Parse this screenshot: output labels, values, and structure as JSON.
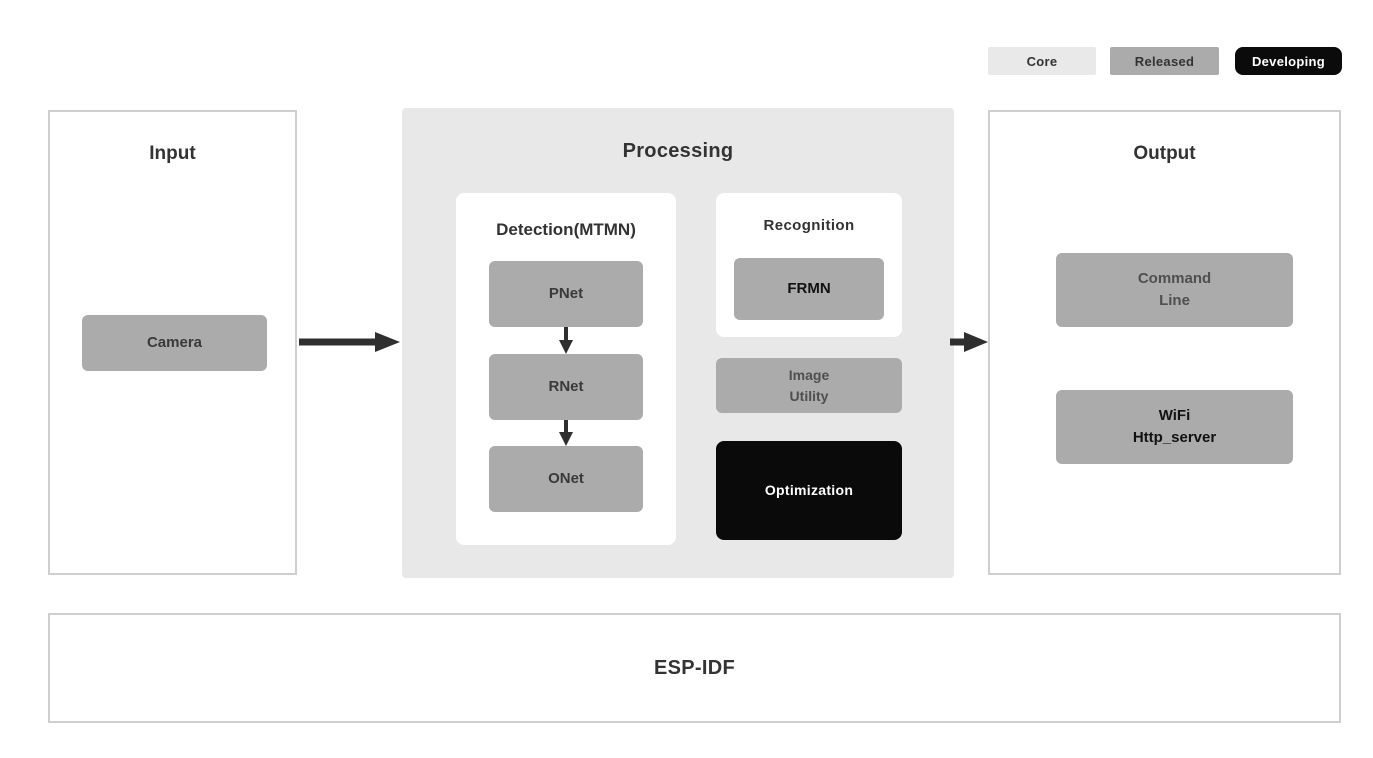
{
  "legend": {
    "items": [
      {
        "label": "Core",
        "bg": "#e9e9e9",
        "fg": "#333333"
      },
      {
        "label": "Released",
        "bg": "#ababab",
        "fg": "#333333"
      },
      {
        "label": "Developing",
        "bg": "#0b0b0b",
        "fg": "#ffffff"
      }
    ]
  },
  "panels": {
    "input": {
      "title": "Input",
      "camera_label": "Camera"
    },
    "processing": {
      "title": "Processing",
      "detection": {
        "title": "Detection(MTMN)",
        "nodes": [
          "PNet",
          "RNet",
          "ONet"
        ]
      },
      "recognition": {
        "title": "Recognition",
        "node": "FRMN"
      },
      "image_utility_label": "Image\nUtility",
      "optimization_label": "Optimization"
    },
    "output": {
      "title": "Output",
      "command_line_label": "Command\nLine",
      "wifi_label": "WiFi\nHttp_server"
    },
    "foundation": {
      "title": "ESP-IDF"
    }
  },
  "colors": {
    "core_bg": "#e9e9e9",
    "released_bg": "#ababab",
    "developing_bg": "#0b0b0b",
    "processing_bg": "#e8e8e8",
    "panel_border": "#cfcfcf",
    "arrow": "#2f2f2f",
    "dark_text": "#333333"
  }
}
